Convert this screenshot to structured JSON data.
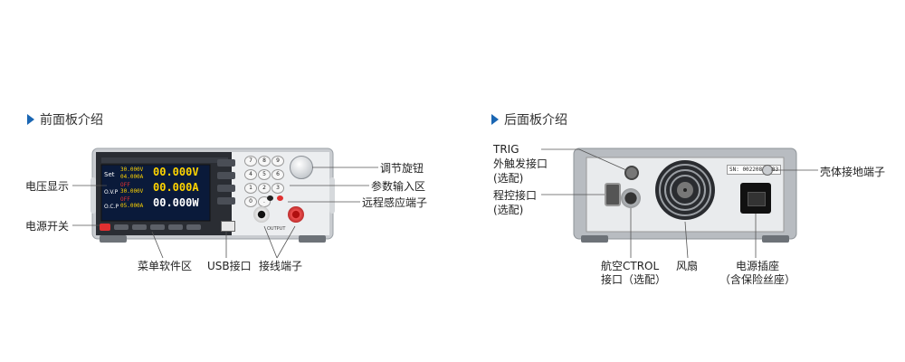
{
  "front": {
    "title": "前面板介绍",
    "labels": {
      "voltage_display": "电压显示",
      "power_switch": "电源开关",
      "menu_softkeys": "菜单软件区",
      "usb": "USB接口",
      "terminals": "接线端子",
      "knob": "调节旋钮",
      "param_input": "参数输入区",
      "remote_sense": "远程感应端子"
    },
    "screen": {
      "set_label": "Set",
      "ovp_label": "O.V.P",
      "ocp_label": "O.C.P",
      "set_v": "30.000V",
      "set_a": "04.000A",
      "ovp_state": "OFF",
      "ovp_v": "30.000V",
      "ocp_state": "OFF",
      "ocp_a": "05.000A",
      "out_v": "00.000V",
      "out_a": "00.000A",
      "out_w": "00.000W"
    },
    "keypad": [
      "7",
      "8",
      "9",
      "4",
      "5",
      "6",
      "1",
      "2",
      "3",
      "0",
      "."
    ],
    "output_label": "OUTPUT"
  },
  "rear": {
    "title": "后面板介绍",
    "labels": {
      "trig_1": "TRIG",
      "trig_2": "外触发接口",
      "trig_3": "(选配)",
      "program_1": "程控接口",
      "program_2": "(选配)",
      "aviation_1": "航空CTROL",
      "aviation_2": "接口（选配）",
      "fan": "风扇",
      "socket_1": "电源插座",
      "socket_2": "（含保险丝座）",
      "ground": "壳体接地端子"
    },
    "serial": "SN: 00220821583"
  },
  "colors": {
    "accent": "#1a66b3",
    "screen_bg": "#0a1a3a",
    "yellow": "#ffd400",
    "red": "#e03030",
    "cyan": "#30c0e0"
  }
}
